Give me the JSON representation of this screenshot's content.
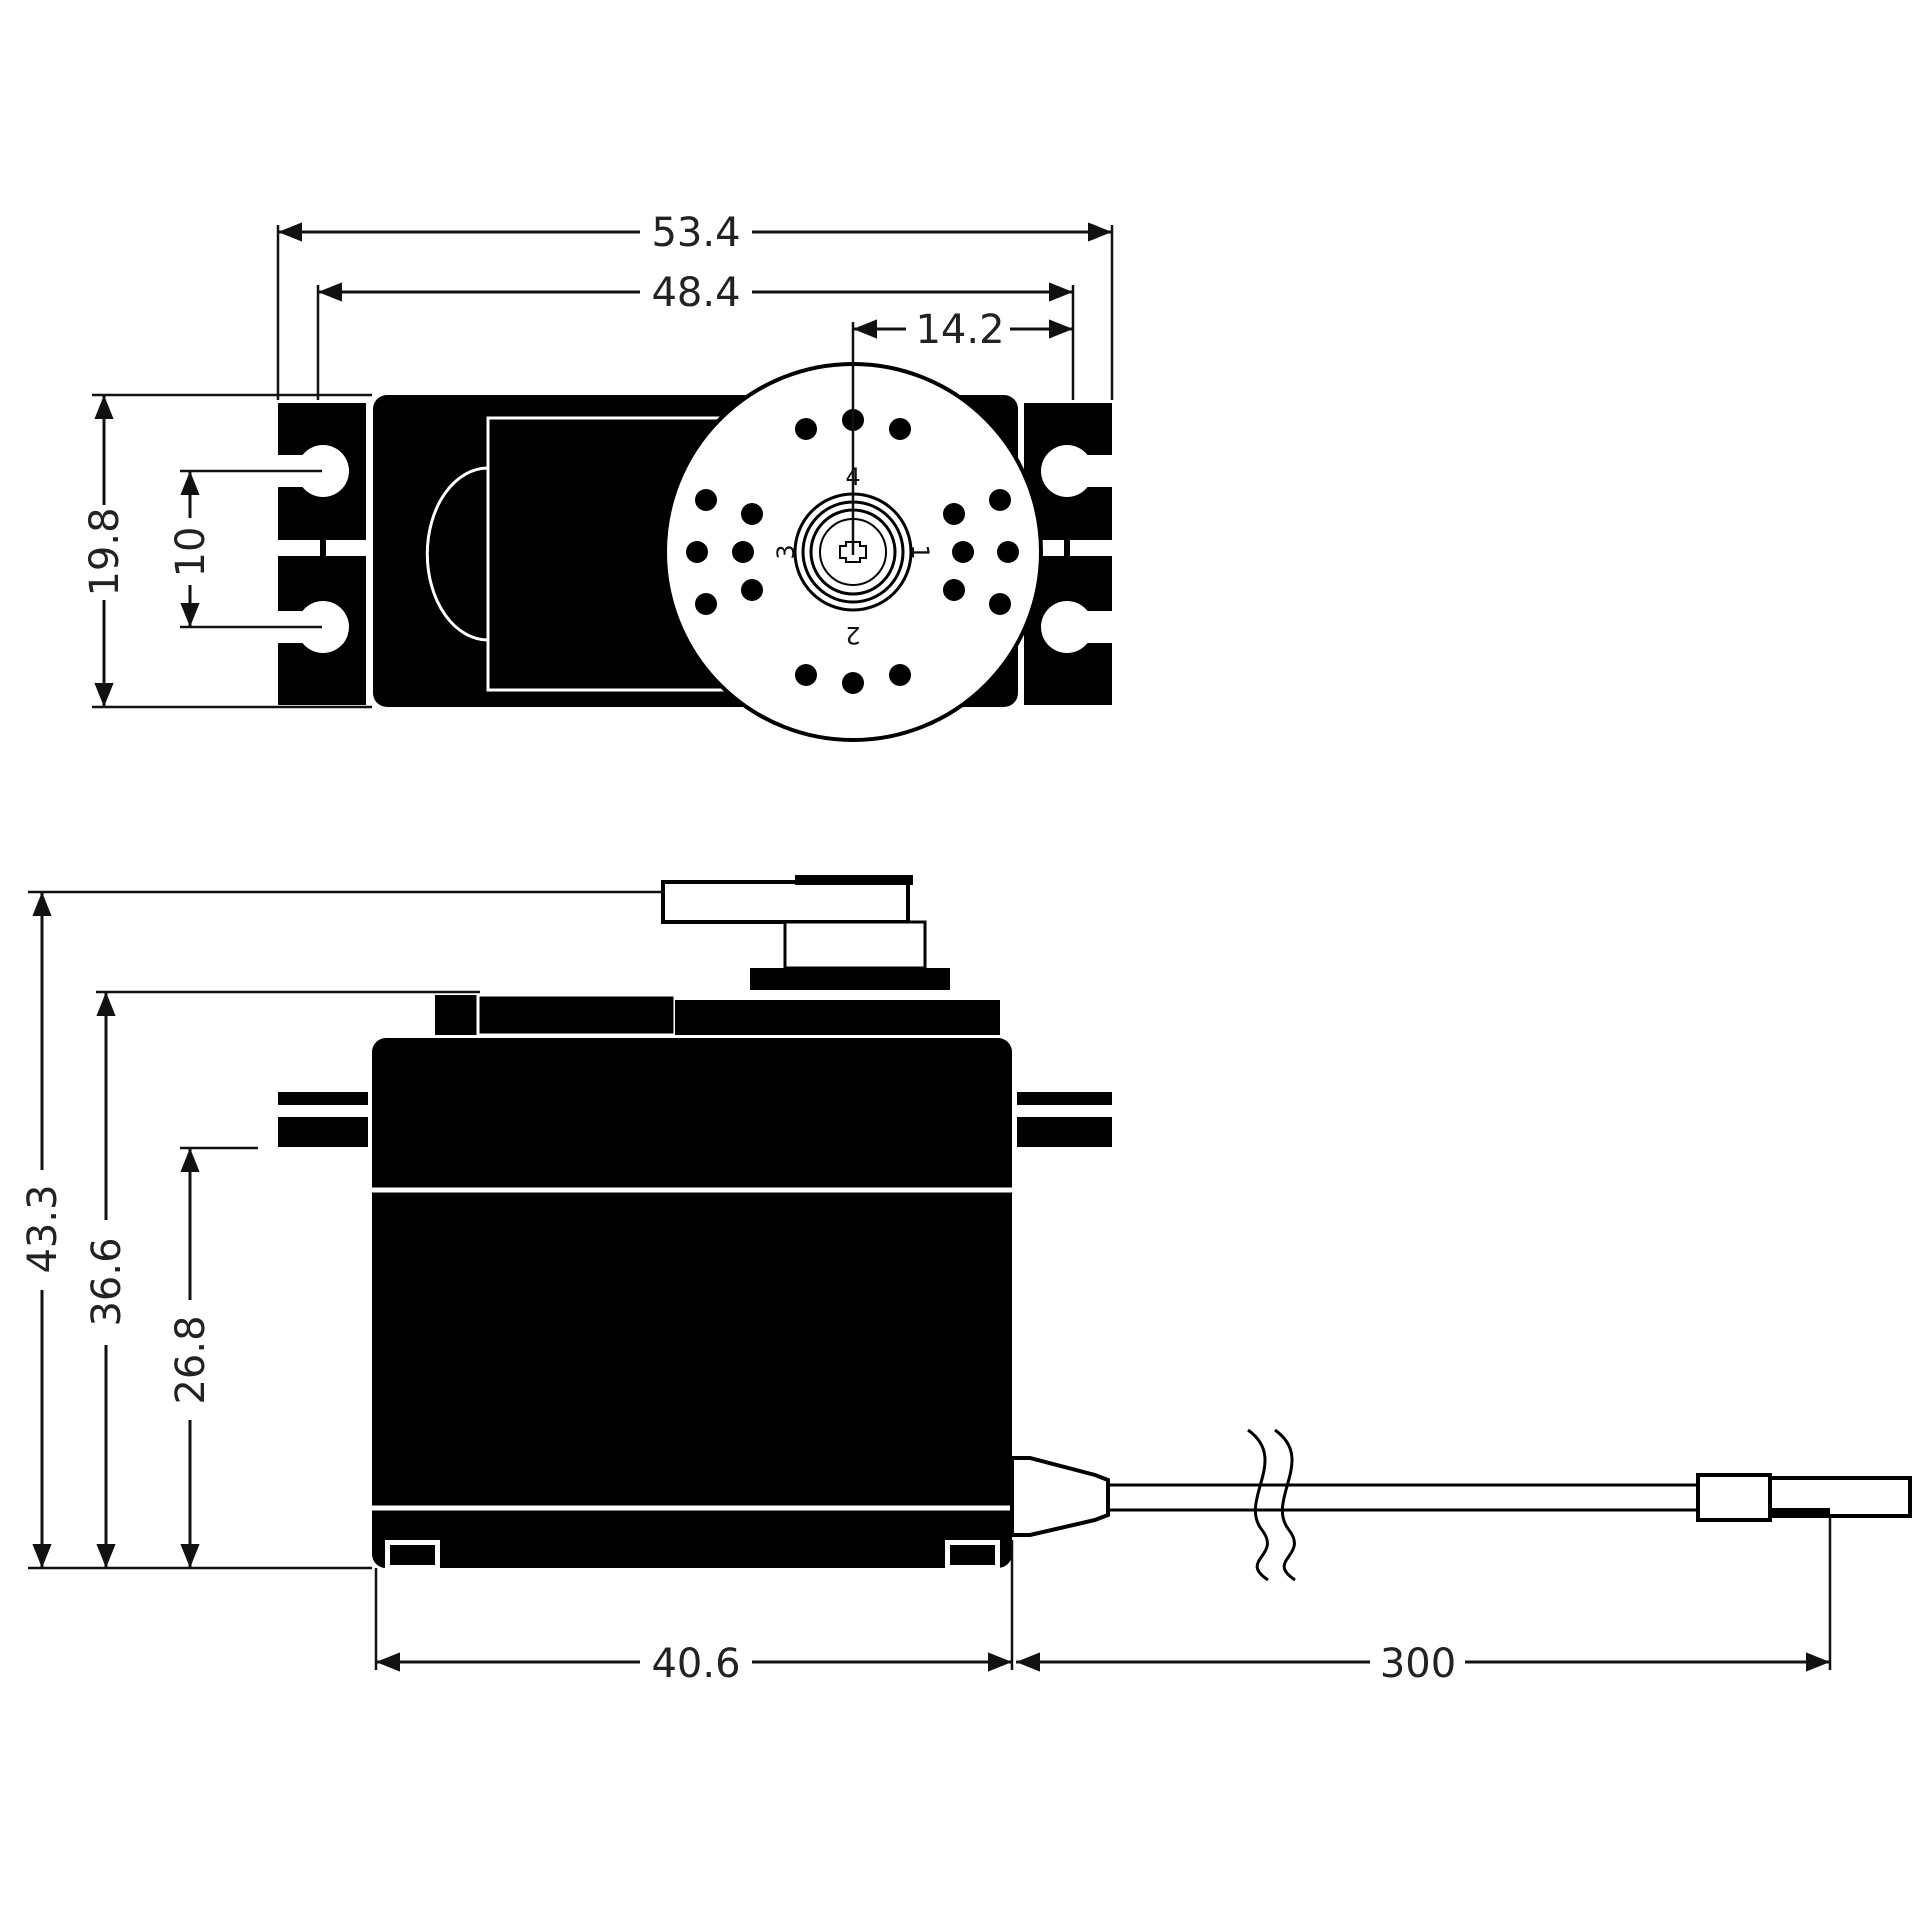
{
  "dimensions": {
    "overall_flange_width": "53.4",
    "mount_hole_spacing": "48.4",
    "shaft_offset": "14.2",
    "body_depth": "19.8",
    "hole_pitch": "10",
    "total_height": "43.3",
    "case_top_height": "36.6",
    "flange_height": "26.8",
    "body_length": "40.6",
    "cable_length": "300"
  },
  "horn_labels": [
    "1",
    "2",
    "3",
    "4"
  ],
  "colors": {
    "ink": "#000000",
    "paper": "#ffffff"
  }
}
